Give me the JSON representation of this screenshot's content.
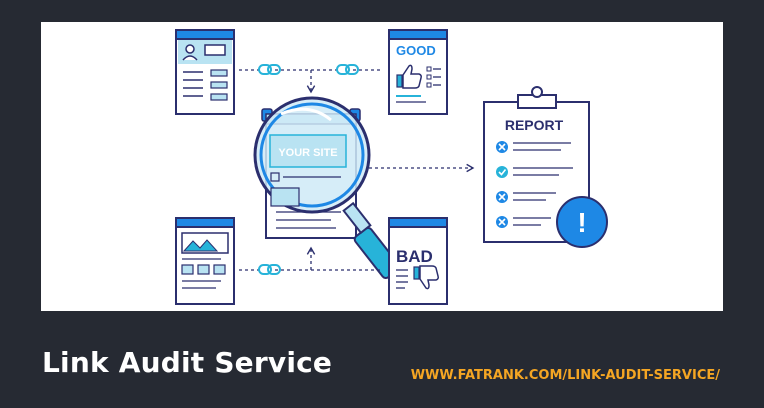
{
  "illustration": {
    "site_label": "YOUR SITE",
    "good_label": "GOOD",
    "bad_label": "BAD",
    "report_label": "REPORT",
    "alert_symbol": "!",
    "icons": [
      "link-icon",
      "thumbs-up-icon",
      "thumbs-down-icon",
      "magnifier-icon",
      "clipboard-icon",
      "check-icon",
      "cross-icon",
      "alert-icon"
    ],
    "colors": {
      "outline": "#2b2f6e",
      "blue": "#1e88e5",
      "teal": "#27b3d9",
      "light_blue": "#b9e3f2",
      "glass": "#cfeaf7"
    }
  },
  "footer": {
    "title": "Link Audit Service",
    "url": "WWW.FATRANK.COM/LINK-AUDIT-SERVICE/"
  },
  "colors": {
    "background": "#262a33",
    "title_text": "#ffffff",
    "url_text": "#f5a623"
  }
}
